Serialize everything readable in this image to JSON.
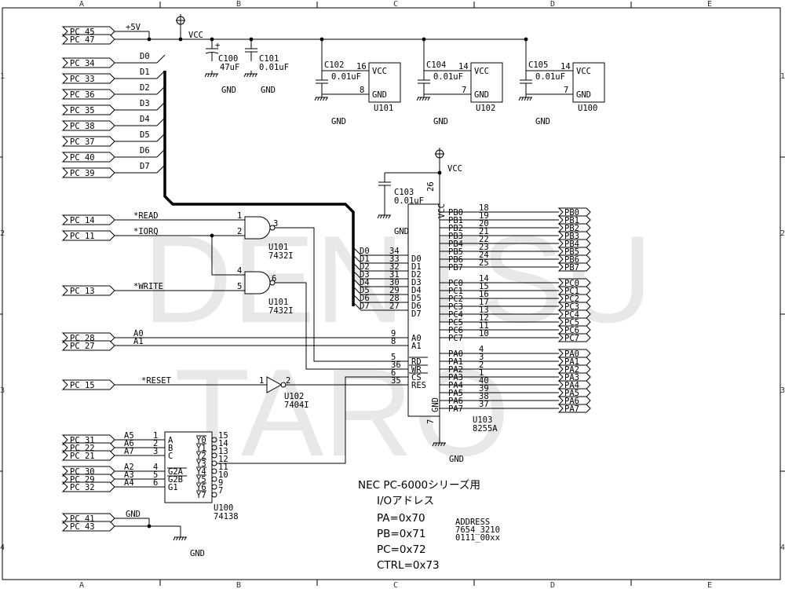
{
  "watermark": {
    "line1": "DENTSU",
    "line2": "TARO"
  },
  "grid": {
    "columns": [
      "A",
      "B",
      "C",
      "D",
      "E"
    ],
    "rows": [
      "1",
      "2",
      "3",
      "4"
    ]
  },
  "power": {
    "plus5v": "+5V",
    "vcc": "VCC",
    "gnd": "GND"
  },
  "connectors": {
    "power": [
      "PC_45",
      "PC_47"
    ],
    "data": [
      "PC_34",
      "PC_33",
      "PC_36",
      "PC_35",
      "PC_38",
      "PC_37",
      "PC_40",
      "PC_39"
    ],
    "read": "PC_14",
    "iorq": "PC_11",
    "write": "PC_13",
    "a0": "PC_28",
    "a1": "PC_27",
    "reset": "PC_15",
    "decoder": [
      "PC_31",
      "PC_22",
      "PC_21",
      "PC_30",
      "PC_29",
      "PC_32"
    ],
    "ground": [
      "PC_41",
      "PC_43"
    ]
  },
  "nets": {
    "data": [
      "D0",
      "D1",
      "D2",
      "D3",
      "D4",
      "D5",
      "D6",
      "D7"
    ],
    "read": "*READ",
    "iorq": "*IORQ",
    "write": "*WRITE",
    "a0": "A0",
    "a1": "A1",
    "reset": "*RESET",
    "decoder": [
      "A5",
      "A6",
      "A7",
      "A2",
      "A3",
      "A4"
    ]
  },
  "capacitors": [
    {
      "ref": "C100",
      "value": "47uF"
    },
    {
      "ref": "C101",
      "value": "0.01uF"
    },
    {
      "ref": "C102",
      "value": "0.01uF"
    },
    {
      "ref": "C104",
      "value": "0.01uF"
    },
    {
      "ref": "C105",
      "value": "0.01uF"
    },
    {
      "ref": "C103",
      "value": "0.01uF"
    }
  ],
  "power_boxes": [
    {
      "ref": "U101",
      "vcc_pin": "16",
      "gnd_pin": "8",
      "vcc": "VCC",
      "gnd": "GND"
    },
    {
      "ref": "U102",
      "vcc_pin": "14",
      "gnd_pin": "7",
      "vcc": "VCC",
      "gnd": "GND"
    },
    {
      "ref": "U100",
      "vcc_pin": "14",
      "gnd_pin": "7",
      "vcc": "VCC",
      "gnd": "GND"
    }
  ],
  "gates": {
    "nand1": {
      "ref": "U101",
      "part": "7432I",
      "pins": [
        "1",
        "2",
        "3"
      ]
    },
    "nand2": {
      "ref": "U101",
      "part": "7432I",
      "pins": [
        "4",
        "5",
        "6"
      ]
    },
    "inverter": {
      "ref": "U102",
      "part": "7404I",
      "pins": [
        "1",
        "2"
      ]
    }
  },
  "ppi": {
    "ref": "U103",
    "part": "8255A",
    "vcc_label": "VCC",
    "vcc_pin": "26",
    "gnd_label": "GND",
    "gnd_pin": "7",
    "data_pins": [
      {
        "pin": "34",
        "name": "D0"
      },
      {
        "pin": "33",
        "name": "D1"
      },
      {
        "pin": "32",
        "name": "D2"
      },
      {
        "pin": "31",
        "name": "D3"
      },
      {
        "pin": "30",
        "name": "D4"
      },
      {
        "pin": "29",
        "name": "D5"
      },
      {
        "pin": "28",
        "name": "D6"
      },
      {
        "pin": "27",
        "name": "D7"
      }
    ],
    "ctrl_pins": [
      {
        "pin": "9",
        "name": "A0"
      },
      {
        "pin": "8",
        "name": "A1"
      },
      {
        "pin": "5",
        "name": "RD"
      },
      {
        "pin": "36",
        "name": "WR"
      },
      {
        "pin": "6",
        "name": "CS"
      },
      {
        "pin": "35",
        "name": "RES"
      }
    ],
    "pb": [
      {
        "pin": "18",
        "name": "PB0"
      },
      {
        "pin": "19",
        "name": "PB1"
      },
      {
        "pin": "20",
        "name": "PB2"
      },
      {
        "pin": "21",
        "name": "PB3"
      },
      {
        "pin": "22",
        "name": "PB4"
      },
      {
        "pin": "23",
        "name": "PB5"
      },
      {
        "pin": "24",
        "name": "PB6"
      },
      {
        "pin": "25",
        "name": "PB7"
      }
    ],
    "pc": [
      {
        "pin": "14",
        "name": "PC0"
      },
      {
        "pin": "15",
        "name": "PC1"
      },
      {
        "pin": "16",
        "name": "PC2"
      },
      {
        "pin": "17",
        "name": "PC3"
      },
      {
        "pin": "13",
        "name": "PC4"
      },
      {
        "pin": "12",
        "name": "PC5"
      },
      {
        "pin": "11",
        "name": "PC6"
      },
      {
        "pin": "10",
        "name": "PC7"
      }
    ],
    "pa": [
      {
        "pin": "4",
        "name": "PA0"
      },
      {
        "pin": "3",
        "name": "PA1"
      },
      {
        "pin": "2",
        "name": "PA2"
      },
      {
        "pin": "1",
        "name": "PA3"
      },
      {
        "pin": "40",
        "name": "PA4"
      },
      {
        "pin": "39",
        "name": "PA5"
      },
      {
        "pin": "38",
        "name": "PA6"
      },
      {
        "pin": "37",
        "name": "PA7"
      }
    ]
  },
  "decoder": {
    "ref": "U100",
    "part": "74138",
    "inputs": [
      {
        "pin": "1",
        "name": "A"
      },
      {
        "pin": "2",
        "name": "B"
      },
      {
        "pin": "3",
        "name": "C"
      },
      {
        "pin": "4",
        "name": "G2A"
      },
      {
        "pin": "5",
        "name": "G2B"
      },
      {
        "pin": "6",
        "name": "G1"
      }
    ],
    "outputs": [
      {
        "pin": "15",
        "name": "Y0"
      },
      {
        "pin": "14",
        "name": "Y1"
      },
      {
        "pin": "13",
        "name": "Y2"
      },
      {
        "pin": "12",
        "name": "Y3"
      },
      {
        "pin": "11",
        "name": "Y4"
      },
      {
        "pin": "10",
        "name": "Y5"
      },
      {
        "pin": "9",
        "name": "Y6"
      },
      {
        "pin": "7",
        "name": "Y7"
      }
    ]
  },
  "notes": {
    "title": "NEC PC-6000シリーズ用",
    "subtitle": "I/Oアドレス",
    "lines": [
      "PA=0x70",
      "PB=0x71",
      "PC=0x72",
      "CTRL=0x73"
    ],
    "address": [
      "ADDRESS",
      "7654_3210",
      "0111_00xx"
    ]
  }
}
